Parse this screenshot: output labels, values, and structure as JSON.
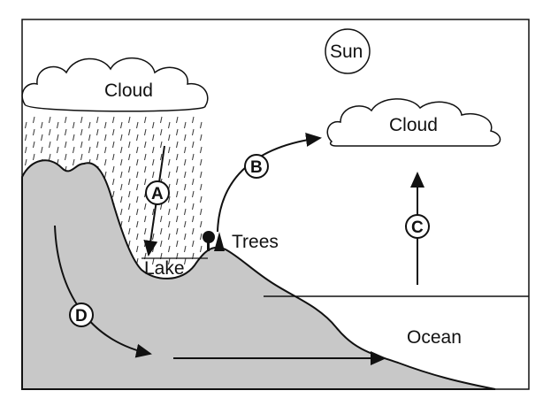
{
  "labels": {
    "cloud_left": "Cloud",
    "cloud_right": "Cloud",
    "sun": "Sun",
    "lake": "Lake",
    "trees": "Trees",
    "ocean": "Ocean"
  },
  "arrows": {
    "a": "A",
    "b": "B",
    "c": "C",
    "d": "D"
  },
  "colors": {
    "land": "#c8c8c8",
    "line": "#111111"
  }
}
